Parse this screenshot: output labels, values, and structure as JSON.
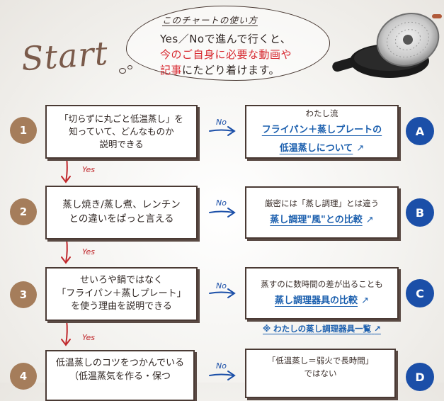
{
  "header": {
    "start_label": "Start",
    "bubble_title": "このチャートの使い方",
    "line1": "Yes／Noで進んで行くと、",
    "line2": "今のご自身に必要な動画や",
    "line3_highlight": "記事",
    "line3_rest": "にたどり着けます。"
  },
  "steps": [
    {
      "number": "1",
      "lines": [
        "「切らずに丸ごと低温蒸し」を",
        "知っていて、どんなものか",
        "説明できる"
      ]
    },
    {
      "number": "2",
      "lines": [
        "蒸し焼き/蒸し煮、レンチン",
        "との違いをぱっと言える"
      ]
    },
    {
      "number": "3",
      "lines": [
        "せいろや鍋ではなく",
        "「フライパン＋蒸しプレート」",
        "を使う理由を説明できる"
      ]
    },
    {
      "number": "4",
      "lines": [
        "低温蒸しのコツをつかんでいる",
        "（低温蒸気を作る・保つ"
      ]
    }
  ],
  "answers": [
    {
      "letter": "A",
      "intro": "わたし流",
      "link_lines": [
        "フライパン＋蒸しプレートの",
        "低温蒸しについて"
      ],
      "arrow": "↗"
    },
    {
      "letter": "B",
      "intro": "厳密には「蒸し調理」とは違う",
      "link_lines": [
        "蒸し調理\"風\"との比較"
      ],
      "arrow": "↗"
    },
    {
      "letter": "C",
      "intro": "蒸すのに数時間の差が出ることも",
      "link_lines": [
        "蒸し調理器具の比較"
      ],
      "arrow": "↗"
    },
    {
      "letter": "D",
      "intro_lines": [
        "「低温蒸し＝弱火で長時間」",
        "ではない"
      ]
    }
  ],
  "labels": {
    "no": "No",
    "yes": "Yes"
  },
  "note": {
    "text": "※ わたしの蒸し調理器具一覧",
    "arrow": "↗"
  },
  "colors": {
    "step_circle": "#a57d5b",
    "answer_circle": "#1b4fa8",
    "accent_red": "#d7282f",
    "link_blue": "#1b5fae"
  }
}
